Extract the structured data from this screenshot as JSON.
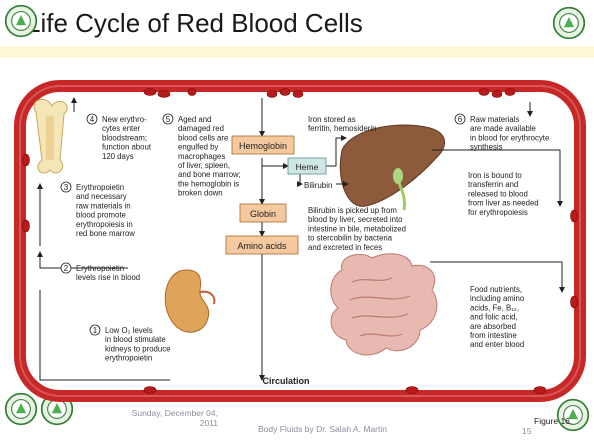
{
  "slide": {
    "title": "Life Cycle of Red Blood Cells"
  },
  "diagram": {
    "steps": [
      {
        "num": "4",
        "lines": [
          "New erythro-",
          "cytes enter",
          "bloodstream;",
          "function about",
          "120 days"
        ]
      },
      {
        "num": "5",
        "lines": [
          "Aged and",
          "damaged red",
          "blood cells are",
          "engulfed by",
          "macrophages",
          "of liver, spleen,",
          "and bone marrow;",
          "the hemoglobin is",
          "broken down"
        ]
      },
      {
        "num": "3",
        "lines": [
          "Erythropoietin",
          "and necessary",
          "raw materials in",
          "blood promote",
          "erythropoiesis in",
          "red bone marrow"
        ]
      },
      {
        "num": "2",
        "lines": [
          "Erythropoietin",
          "levels rise in blood"
        ]
      },
      {
        "num": "1",
        "lines": [
          "Low O₂ levels",
          "in blood stimulate",
          "kidneys to produce",
          "erythropoietin"
        ]
      },
      {
        "num": "6",
        "lines": [
          "Raw materials",
          "are made available",
          "in blood for erythrocyte",
          "synthesis"
        ]
      }
    ],
    "boxes": {
      "hemoglobin": "Hemoglobin",
      "heme": "Heme",
      "globin": "Globin",
      "amino_acids": "Amino acids",
      "bilirubin": "Bilirubin"
    },
    "notes": {
      "iron_stored": [
        "Iron stored as",
        "ferritin, hemosiderin"
      ],
      "iron_bound": [
        "Iron is bound to",
        "transferrin and",
        "released to blood",
        "from liver as needed",
        "for erythropoiesis"
      ],
      "bilirubin_note": [
        "Bilirubin is picked up from",
        "blood by liver, secreted into",
        "intestine in bile, metabolized",
        "to stercobilin by bacteria",
        "and excreted in feces"
      ],
      "food_nutrients": [
        "Food nutrients,",
        "including amino",
        "acids, Fe, B₁₂,",
        "and folic acid,",
        "are absorbed",
        "from intestine",
        "and enter blood"
      ]
    },
    "circulation_label": "Circulation"
  },
  "footer": {
    "date_line1": "Sunday, December 04,",
    "date_line2": "2011",
    "center": "Body Fluids by Dr. Salah A. Martin",
    "figure": "Figure 16.",
    "page": "15"
  },
  "colors": {
    "vessel": "#c62828",
    "vessel_inner": "#f7f1df",
    "box_fill": "#f4c9a0",
    "heme_fill": "#cfe7e4",
    "liver": "#8d5a3b",
    "kidney": "#e0a35a",
    "intestine": "#e8b9b0"
  }
}
